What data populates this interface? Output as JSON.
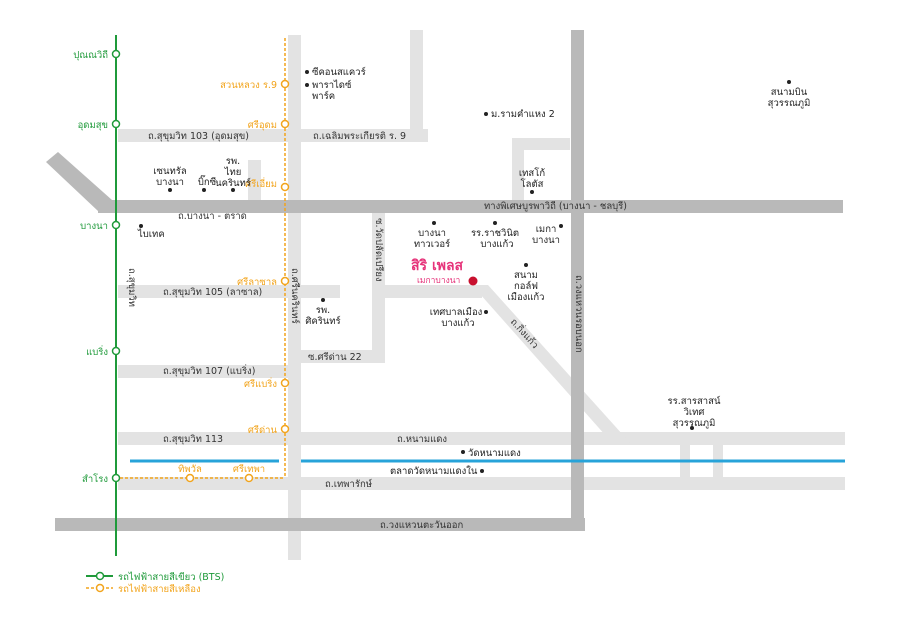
{
  "destination": {
    "name": "สิริ เพลส",
    "subtitle": "เมกาบางนา",
    "color": "#c8102e"
  },
  "colors": {
    "green_line": "#1f9a3a",
    "yellow_line": "#f2a41c",
    "blue_line": "#27a3d9",
    "road": "#e3e3e3",
    "highway": "#b9b9b9"
  },
  "bts_green_stations": [
    "ปุณณวิถี",
    "อุดมสุข",
    "บางนา",
    "แบริ่ง",
    "สำโรง"
  ],
  "bts_yellow_stations": [
    "สวนหลวง ร.9",
    "ศรีอุดม",
    "ศรีเอี่ยม",
    "ศรีลาซาล",
    "ศรีแบริ่ง",
    "ศรีด่าน",
    "ทิพวัล",
    "ศรีเทพา"
  ],
  "roads": {
    "sukhumvit_103": "ถ.สุขุมวิท 103 (อุดมสุข)",
    "chaloem_phrakiat": "ถ.เฉลิมพระเกียรติ ร. 9",
    "bangna_trat": "ถ.บางนา - ตราด",
    "motorway": "ทางพิเศษบูรพาวิถี (บางนา - ชลบุรี)",
    "sukhumvit_105": "ถ.สุขุมวิท 105 (ลาซาล)",
    "sukhumvit_107": "ถ.สุขุมวิท 107 (แบริ่ง)",
    "sukhumvit_113": "ถ.สุขุมวิท 113",
    "soi_sridan_22": "ซ.ศรีด่าน 22",
    "nam_daeng": "ถ.หนามแดง",
    "thepharak": "ถ.เทพารักษ์",
    "outer_ring": "ถ.วงแหวนตะวันออก",
    "sukhumvit": "ถ.สุขุมวิท",
    "srinakarin": "ถ.ศรีนครินทร์",
    "soi_wat_salud": "ซ.วัดปลัดเปรียง",
    "king_kaeo": "ถ.กิ่งแก้ว",
    "outer_ring_v": "ถ.วงแหวนรอบนอก"
  },
  "landmarks": {
    "seacon": "ซีคอนสแควร์",
    "paradise_1": "พาราไดซ์",
    "paradise_2": "พาร์ค",
    "ramkhamhaeng": "ม.รามคำแหง 2",
    "suvarnabhumi_1": "สนามบิน",
    "suvarnabhumi_2": "สุวรรณภูมิ",
    "central_1": "เซนทรัล",
    "central_2": "บางนา",
    "bigc": "บิ๊กซี",
    "thai_hosp_1": "รพ.",
    "thai_hosp_2": "ไทย",
    "thai_hosp_3": "นครินทร์",
    "biotec": "ไบเทค",
    "tesco_1": "เทสโก้",
    "tesco_2": "โลตัส",
    "bangna_tower_1": "บางนา",
    "bangna_tower_2": "ทาวเวอร์",
    "rachavinit_1": "รร.ราชวินิต",
    "rachavinit_2": "บางแก้ว",
    "mega_1": "เมกา",
    "mega_2": "บางนา",
    "golf_1": "สนาม",
    "golf_2": "กอล์ฟ",
    "golf_3": "เมืองแก้ว",
    "sikarin_1": "รพ.",
    "sikarin_2": "ศิครินทร์",
    "tessaban_1": "เทศบาลเมือง",
    "tessaban_2": "บางแก้ว",
    "wat_namdaeng": "วัดหนามแดง",
    "talad_namdaeng": "ตลาดวัดหนามแดงใน",
    "school_1": "รร.สารสาสน์",
    "school_2": "วิเทศ",
    "school_3": "สุวรรณภูมิ"
  },
  "legend": {
    "green": "รถไฟฟ้าสายสีเขียว (BTS)",
    "yellow": "รถไฟฟ้าสายสีเหลือง"
  }
}
